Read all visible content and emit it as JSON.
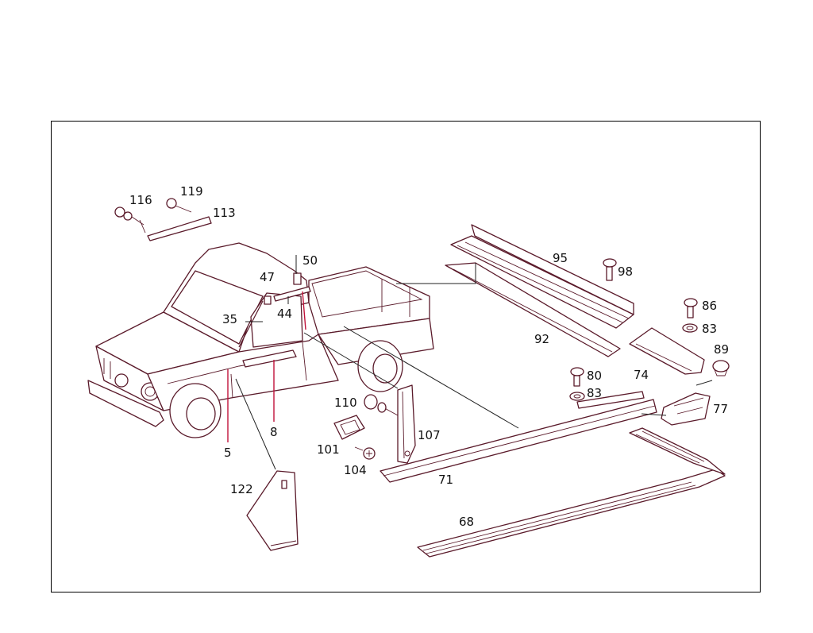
{
  "diagram": {
    "colors": {
      "line": "#5a1a2a",
      "accent": "#c0113a",
      "frame": "#000000"
    },
    "labels": {
      "l116": "116",
      "l119": "119",
      "l113": "113",
      "l50": "50",
      "l47": "47",
      "l44": "44",
      "l35": "35",
      "l95": "95",
      "l98": "98",
      "l92": "92",
      "l86": "86",
      "l83a": "83",
      "l89": "89",
      "l74": "74",
      "l80": "80",
      "l83b": "83",
      "l77": "77",
      "l110": "110",
      "l107": "107",
      "l101": "101",
      "l104": "104",
      "l71": "71",
      "l8": "8",
      "l5": "5",
      "l122": "122",
      "l68": "68"
    }
  }
}
